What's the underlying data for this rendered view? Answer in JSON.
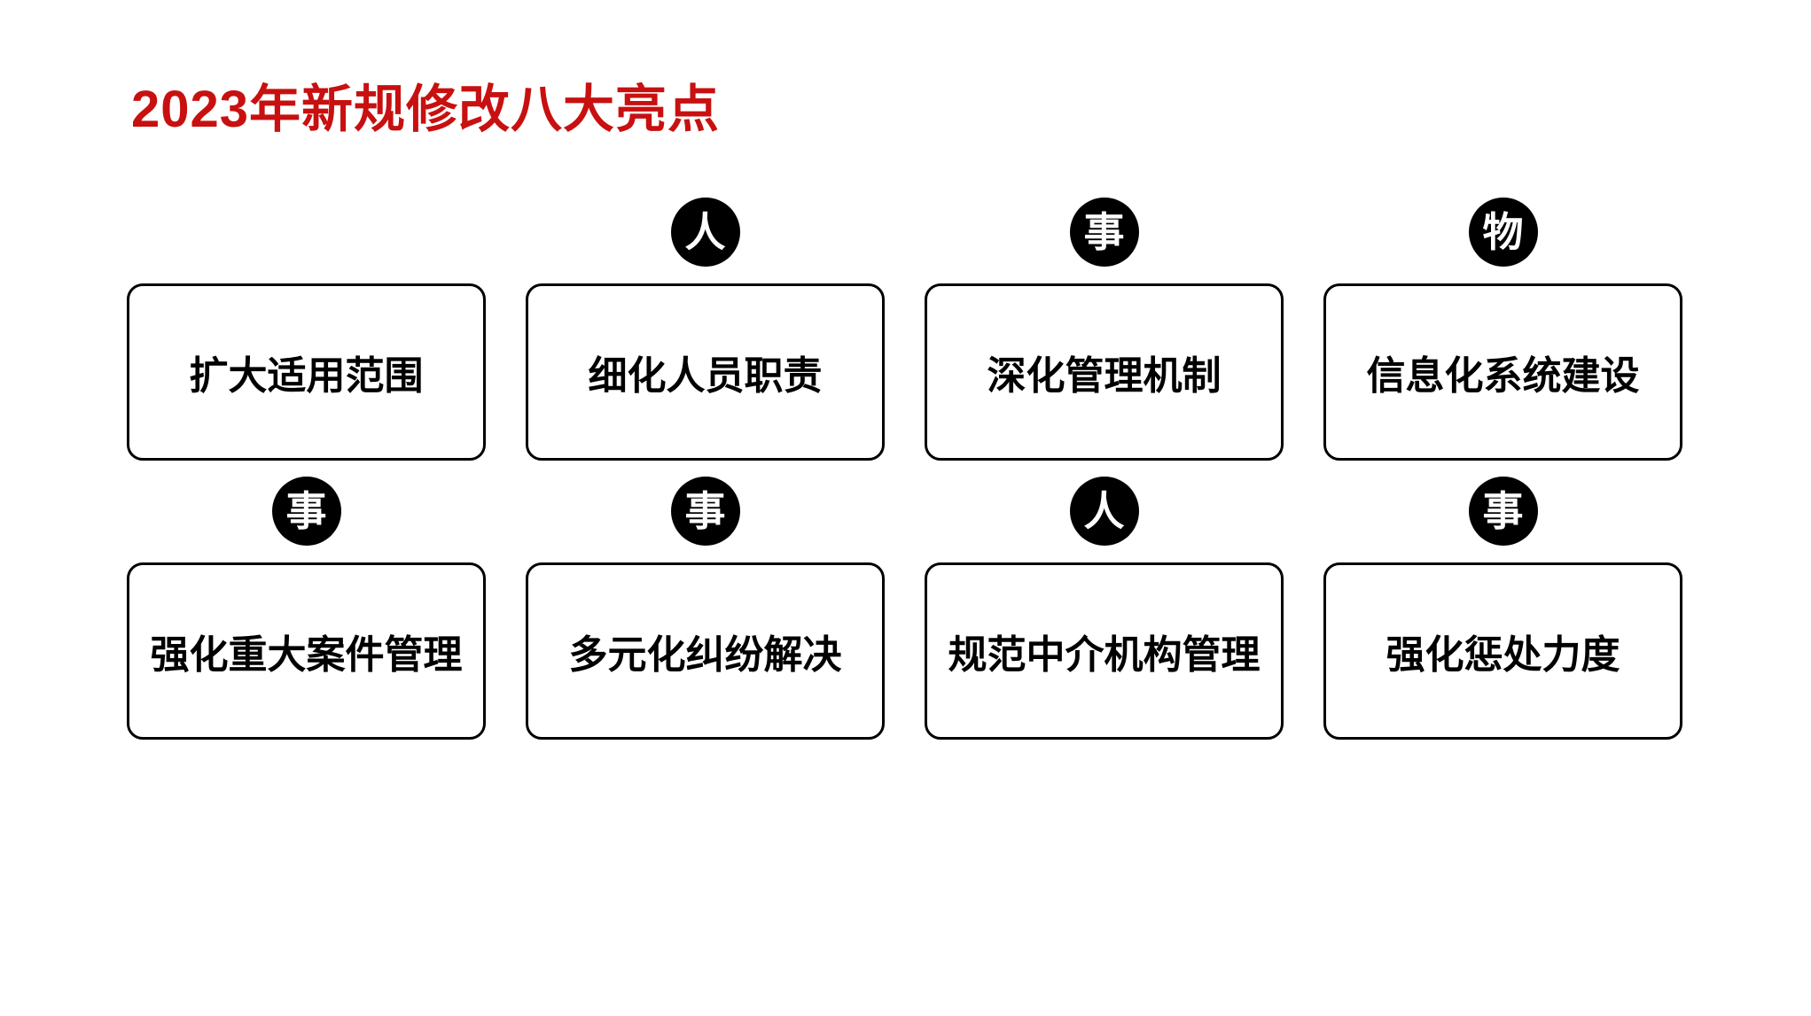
{
  "slide": {
    "title": "2023年新规修改八大亮点",
    "colors": {
      "title_red": "#c81010",
      "badge_bg": "#000000",
      "badge_fg": "#ffffff",
      "card_border": "#000000",
      "card_bg": "#ffffff",
      "background": "#ffffff"
    },
    "cards": [
      {
        "badge": "",
        "label": "扩大适用范围"
      },
      {
        "badge": "人",
        "label": "细化人员职责"
      },
      {
        "badge": "事",
        "label": "深化管理机制"
      },
      {
        "badge": "物",
        "label": "信息化系统建设"
      },
      {
        "badge": "事",
        "label": "强化重大案件管理"
      },
      {
        "badge": "事",
        "label": "多元化纠纷解决"
      },
      {
        "badge": "人",
        "label": "规范中介机构管理"
      },
      {
        "badge": "事",
        "label": "强化惩处力度"
      }
    ]
  }
}
